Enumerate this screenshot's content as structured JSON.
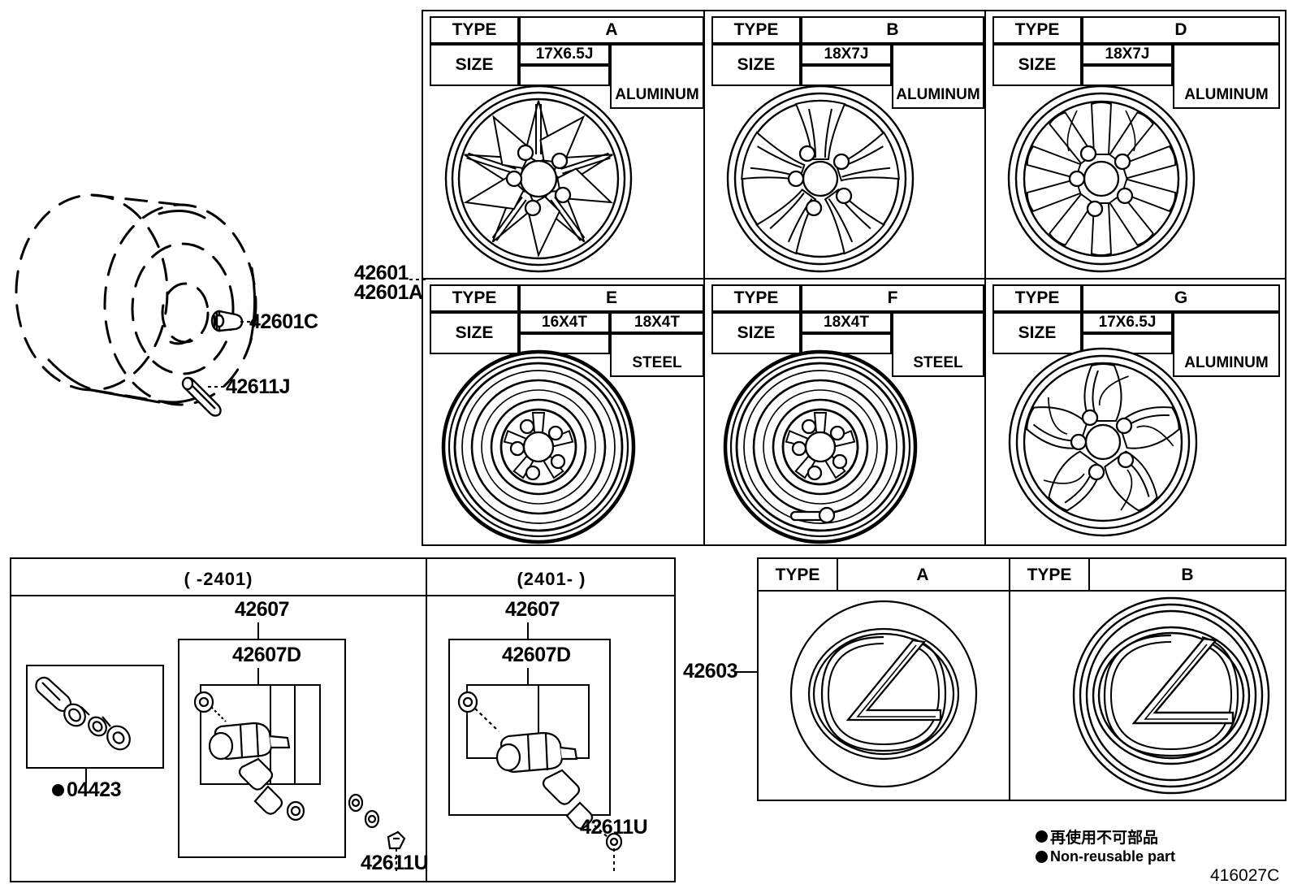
{
  "diagram": {
    "figure_code": "416027C",
    "legend": {
      "jp": "再使用不可部品",
      "en": "Non-reusable part"
    }
  },
  "left_assembly": {
    "callouts": [
      {
        "id": "42601C",
        "label": "42601C"
      },
      {
        "id": "42611J",
        "label": "42611J"
      }
    ],
    "main_callout": {
      "line1": "42601",
      "line2": "42601A"
    }
  },
  "wheel_table": {
    "headers": {
      "type": "TYPE",
      "size": "SIZE"
    },
    "materials": {
      "aluminum": "ALUMINUM",
      "steel": "STEEL"
    },
    "cells": [
      {
        "type": "A",
        "size1": "17X6.5J",
        "size2": "",
        "material": "ALUMINUM",
        "wheel": "alloy-5-twin-spoke"
      },
      {
        "type": "B",
        "size1": "18X7J",
        "size2": "",
        "material": "ALUMINUM",
        "wheel": "alloy-5-spoke-split"
      },
      {
        "type": "D",
        "size1": "18X7J",
        "size2": "",
        "material": "ALUMINUM",
        "wheel": "alloy-10-spoke"
      },
      {
        "type": "E",
        "size1": "16X4T",
        "size2": "18X4T",
        "material": "STEEL",
        "wheel": "steel-spare"
      },
      {
        "type": "F",
        "size1": "18X4T",
        "size2": "",
        "material": "STEEL",
        "wheel": "steel-spare"
      },
      {
        "type": "G",
        "size1": "17X6.5J",
        "size2": "",
        "material": "ALUMINUM",
        "wheel": "alloy-5-spoke-turbine"
      }
    ]
  },
  "tpms_panel": {
    "variants": [
      {
        "period": "(        -2401)",
        "callouts": [
          "42607",
          "42607D",
          "42611U"
        ],
        "kit_callout": "04423",
        "kit_callout_marker": "non-reusable"
      },
      {
        "period": "(2401-        )",
        "callouts": [
          "42607",
          "42607D",
          "42611U"
        ]
      }
    ]
  },
  "cap_panel": {
    "callout": "42603",
    "headers": {
      "type": "TYPE"
    },
    "cells": [
      {
        "type": "A",
        "emblem": "lexus-emblem"
      },
      {
        "type": "B",
        "emblem": "lexus-emblem"
      }
    ]
  }
}
